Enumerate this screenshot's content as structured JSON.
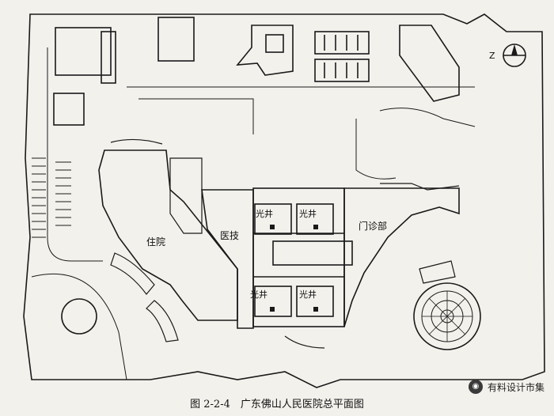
{
  "labels": {
    "inpatient": "住院",
    "medtech": "医技",
    "outpatient": "门诊部",
    "lightwell": "光井"
  },
  "compass": {
    "letter": "Z"
  },
  "caption": {
    "text": "图 2-2-4　广东佛山人民医院总平面图"
  },
  "watermark": {
    "text": "有料设计市集"
  }
}
